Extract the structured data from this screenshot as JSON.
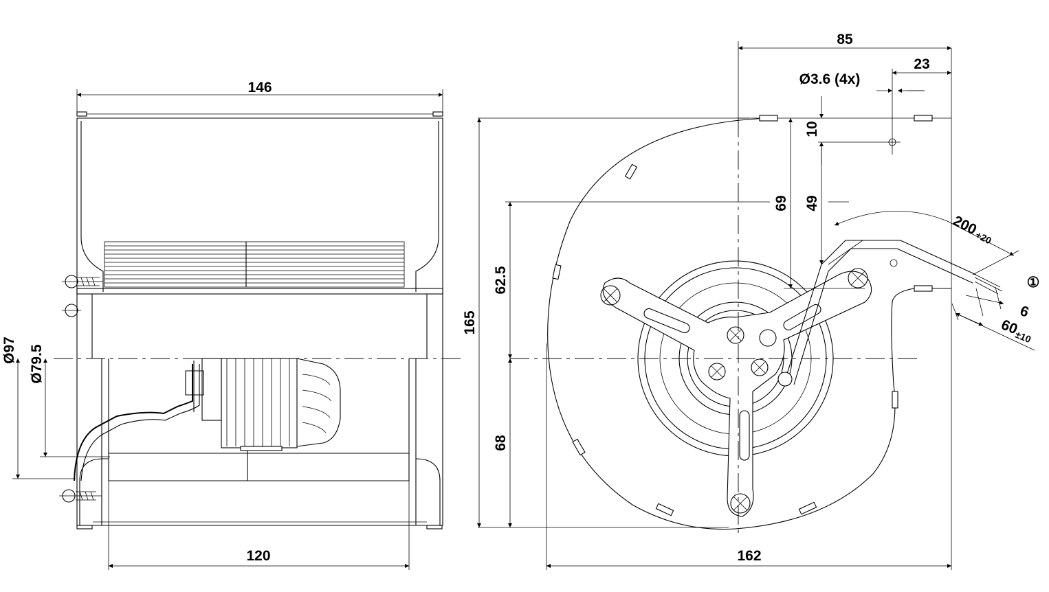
{
  "dimensions": {
    "side_width": "146",
    "side_inner_width": "120",
    "dia_97": "Ø97",
    "dia_79_5": "Ø79.5",
    "height_165": "165",
    "h_62_5": "62.5",
    "h_68": "68",
    "h_69": "69",
    "h_49": "49",
    "h_10": "10",
    "w_85": "85",
    "w_23": "23",
    "hole": "Ø3.6 (4x)",
    "w_162": "162",
    "cable_len": "200",
    "cable_len_tol": "+20",
    "strip_6": "6",
    "strip_60": "60",
    "strip_60_tol": "±10",
    "callout_1": "①"
  }
}
